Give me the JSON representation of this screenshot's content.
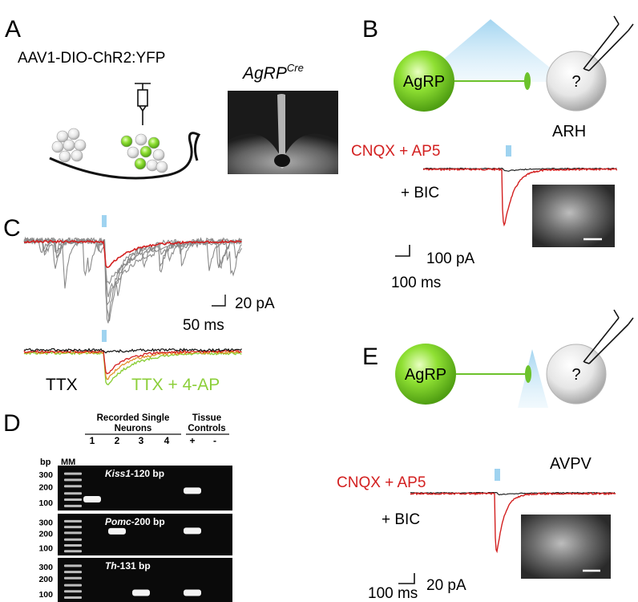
{
  "panels": {
    "A": {
      "letter": "A",
      "virus_label": "AAV1-DIO-ChR2:YFP",
      "image_label_main": "AgRP",
      "image_label_sup": "Cre"
    },
    "B": {
      "letter": "B",
      "source_cell": "AgRP",
      "target_cell": "?",
      "region": "ARH",
      "drug_label": "CNQX + AP5",
      "bic_label": "+ BIC",
      "scale_y": "100 pA",
      "scale_x": "100 ms"
    },
    "C": {
      "letter": "C",
      "scale_y": "20 pA",
      "scale_x": "50 ms",
      "ttx_label": "TTX",
      "ttx4ap_label": "TTX + 4-AP"
    },
    "D": {
      "letter": "D",
      "group1": "Recorded Single",
      "group1b": "Neurons",
      "group2": "Tissue",
      "group2b": "Controls",
      "bp_label": "bp",
      "mm_label": "MM",
      "lanes": [
        "1",
        "2",
        "3",
        "4",
        "+",
        "-"
      ],
      "gels": [
        {
          "name_italic": "Kiss1",
          "suffix": "-120 bp",
          "ticks": [
            "300",
            "200",
            "100"
          ]
        },
        {
          "name_italic": "Pomc",
          "suffix": "-200 bp",
          "ticks": [
            "300",
            "200",
            "100"
          ]
        },
        {
          "name_italic": "Th",
          "suffix": "-131 bp",
          "ticks": [
            "300",
            "200",
            "100"
          ]
        }
      ]
    },
    "E": {
      "letter": "E",
      "source_cell": "AgRP",
      "target_cell": "?",
      "region": "AVPV",
      "drug_label": "CNQX + AP5",
      "bic_label": "+ BIC",
      "scale_y": "20 pA",
      "scale_x": "100 ms"
    }
  },
  "colors": {
    "agrp_green": "#7ed321",
    "red_trace": "#d32020",
    "light_blue": "#9fd3f0",
    "gray_trace": "#8a8a8a",
    "green_trace": "#8ccf3a"
  }
}
